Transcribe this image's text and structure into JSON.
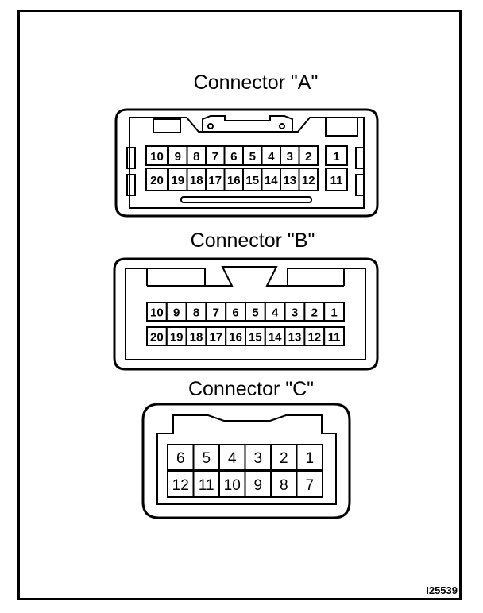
{
  "connectors": {
    "a": {
      "title": "Connector \"A\"",
      "top_row": [
        "10",
        "9",
        "8",
        "7",
        "6",
        "5",
        "4",
        "3",
        "2",
        "1"
      ],
      "bottom_row": [
        "20",
        "19",
        "18",
        "17",
        "16",
        "15",
        "14",
        "13",
        "12",
        "11"
      ]
    },
    "b": {
      "title": "Connector \"B\"",
      "top_row": [
        "10",
        "9",
        "8",
        "7",
        "6",
        "5",
        "4",
        "3",
        "2",
        "1"
      ],
      "bottom_row": [
        "20",
        "19",
        "18",
        "17",
        "16",
        "15",
        "14",
        "13",
        "12",
        "11"
      ]
    },
    "c": {
      "title": "Connector \"C\"",
      "top_row": [
        "6",
        "5",
        "4",
        "3",
        "2",
        "1"
      ],
      "bottom_row": [
        "12",
        "11",
        "10",
        "9",
        "8",
        "7"
      ]
    }
  },
  "figure_code": "I25539",
  "colors": {
    "line": "#000000",
    "background": "#ffffff"
  }
}
